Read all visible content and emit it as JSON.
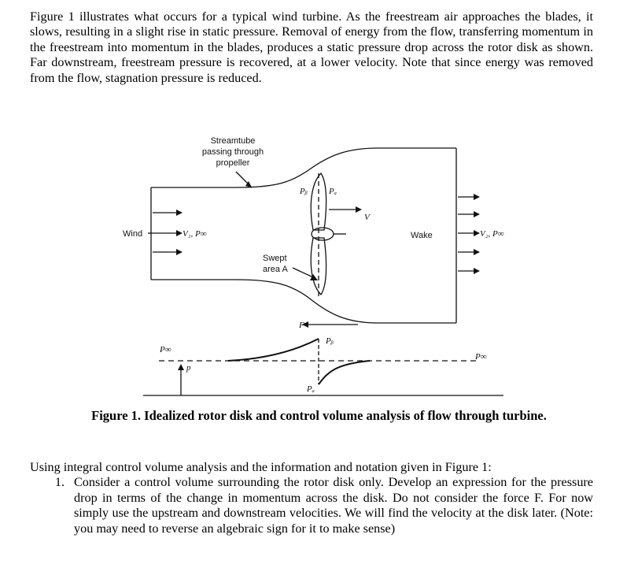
{
  "intro_paragraph": "Figure 1 illustrates what occurs for a typical wind turbine. As the freestream air approaches the blades, it slows, resulting in a slight rise in static pressure. Removal of energy from the flow, transferring momentum in the freestream into momentum in the blades, produces a static pressure drop across the rotor disk as shown. Far downstream, freestream pressure is recovered, at a lower velocity. Note that since energy was removed from the flow, stagnation pressure is reduced.",
  "figure": {
    "labels": {
      "streamtube_line1": "Streamtube",
      "streamtube_line2": "passing through",
      "streamtube_line3": "propeller",
      "wind": "Wind",
      "v1_pinf": "V₁, P∞",
      "pb_top": "Pᵦ",
      "pa_top": "Pₐ",
      "v": "V",
      "swept_line1": "Swept",
      "swept_line2": "area A",
      "wake": "Wake",
      "v2_pinf": "V₂, P∞",
      "f": "F",
      "p_inf_left": "P∞",
      "p_axis": "p",
      "pb_plot": "Pᵦ",
      "pa_plot": "Pₐ",
      "p_inf_right": "P∞"
    },
    "caption": "Figure 1. Idealized rotor disk and control volume analysis of flow through turbine."
  },
  "question": {
    "intro": "Using integral control volume analysis and the information and notation given in Figure 1:",
    "items": [
      {
        "number": "1.",
        "text": "Consider a control volume surrounding the rotor disk only. Develop an expression for the pressure drop in terms of the change in momentum across the disk. Do not consider the force F. For now simply use the upstream and downstream velocities. We will find the velocity at the disk later. (Note: you may need to reverse an algebraic sign for it to make sense)"
      }
    ]
  }
}
